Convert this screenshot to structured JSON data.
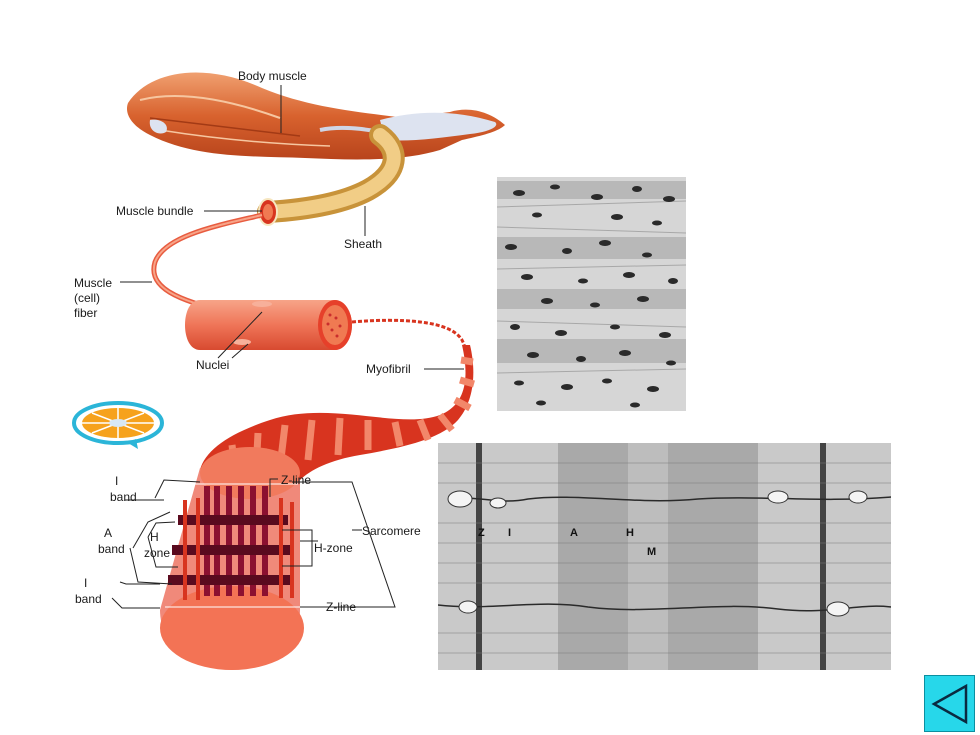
{
  "diagram": {
    "labels": {
      "body_muscle": "Body muscle",
      "muscle_bundle": "Muscle bundle",
      "sheath": "Sheath",
      "muscle_fiber_1": "Muscle",
      "muscle_fiber_2": "(cell)",
      "muscle_fiber_3": "fiber",
      "nuclei": "Nuclei",
      "myofibril": "Myofibril",
      "i_band_top_1": "I",
      "i_band_top_2": "band",
      "a_band_1": "A",
      "a_band_2": "band",
      "h_zone_left_1": "H",
      "h_zone_left_2": "zone",
      "i_band_bottom_1": "I",
      "i_band_bottom_2": "band",
      "z_line_top": "Z-line",
      "h_zone_right": "H-zone",
      "sarcomere": "Sarcomere",
      "z_line_bottom": "Z-line"
    }
  },
  "micrograph": {
    "labels": {
      "z": "Z",
      "i": "I",
      "a": "A",
      "h": "H",
      "m": "M"
    }
  },
  "colors": {
    "muscle_red": "#d8341f",
    "muscle_light": "#f2876a",
    "sheath_gold": "#e7b45a",
    "dark_band": "#8c1030",
    "nav_button": "#27d7ea"
  },
  "nav": {
    "back_icon": "triangle-left-icon"
  }
}
